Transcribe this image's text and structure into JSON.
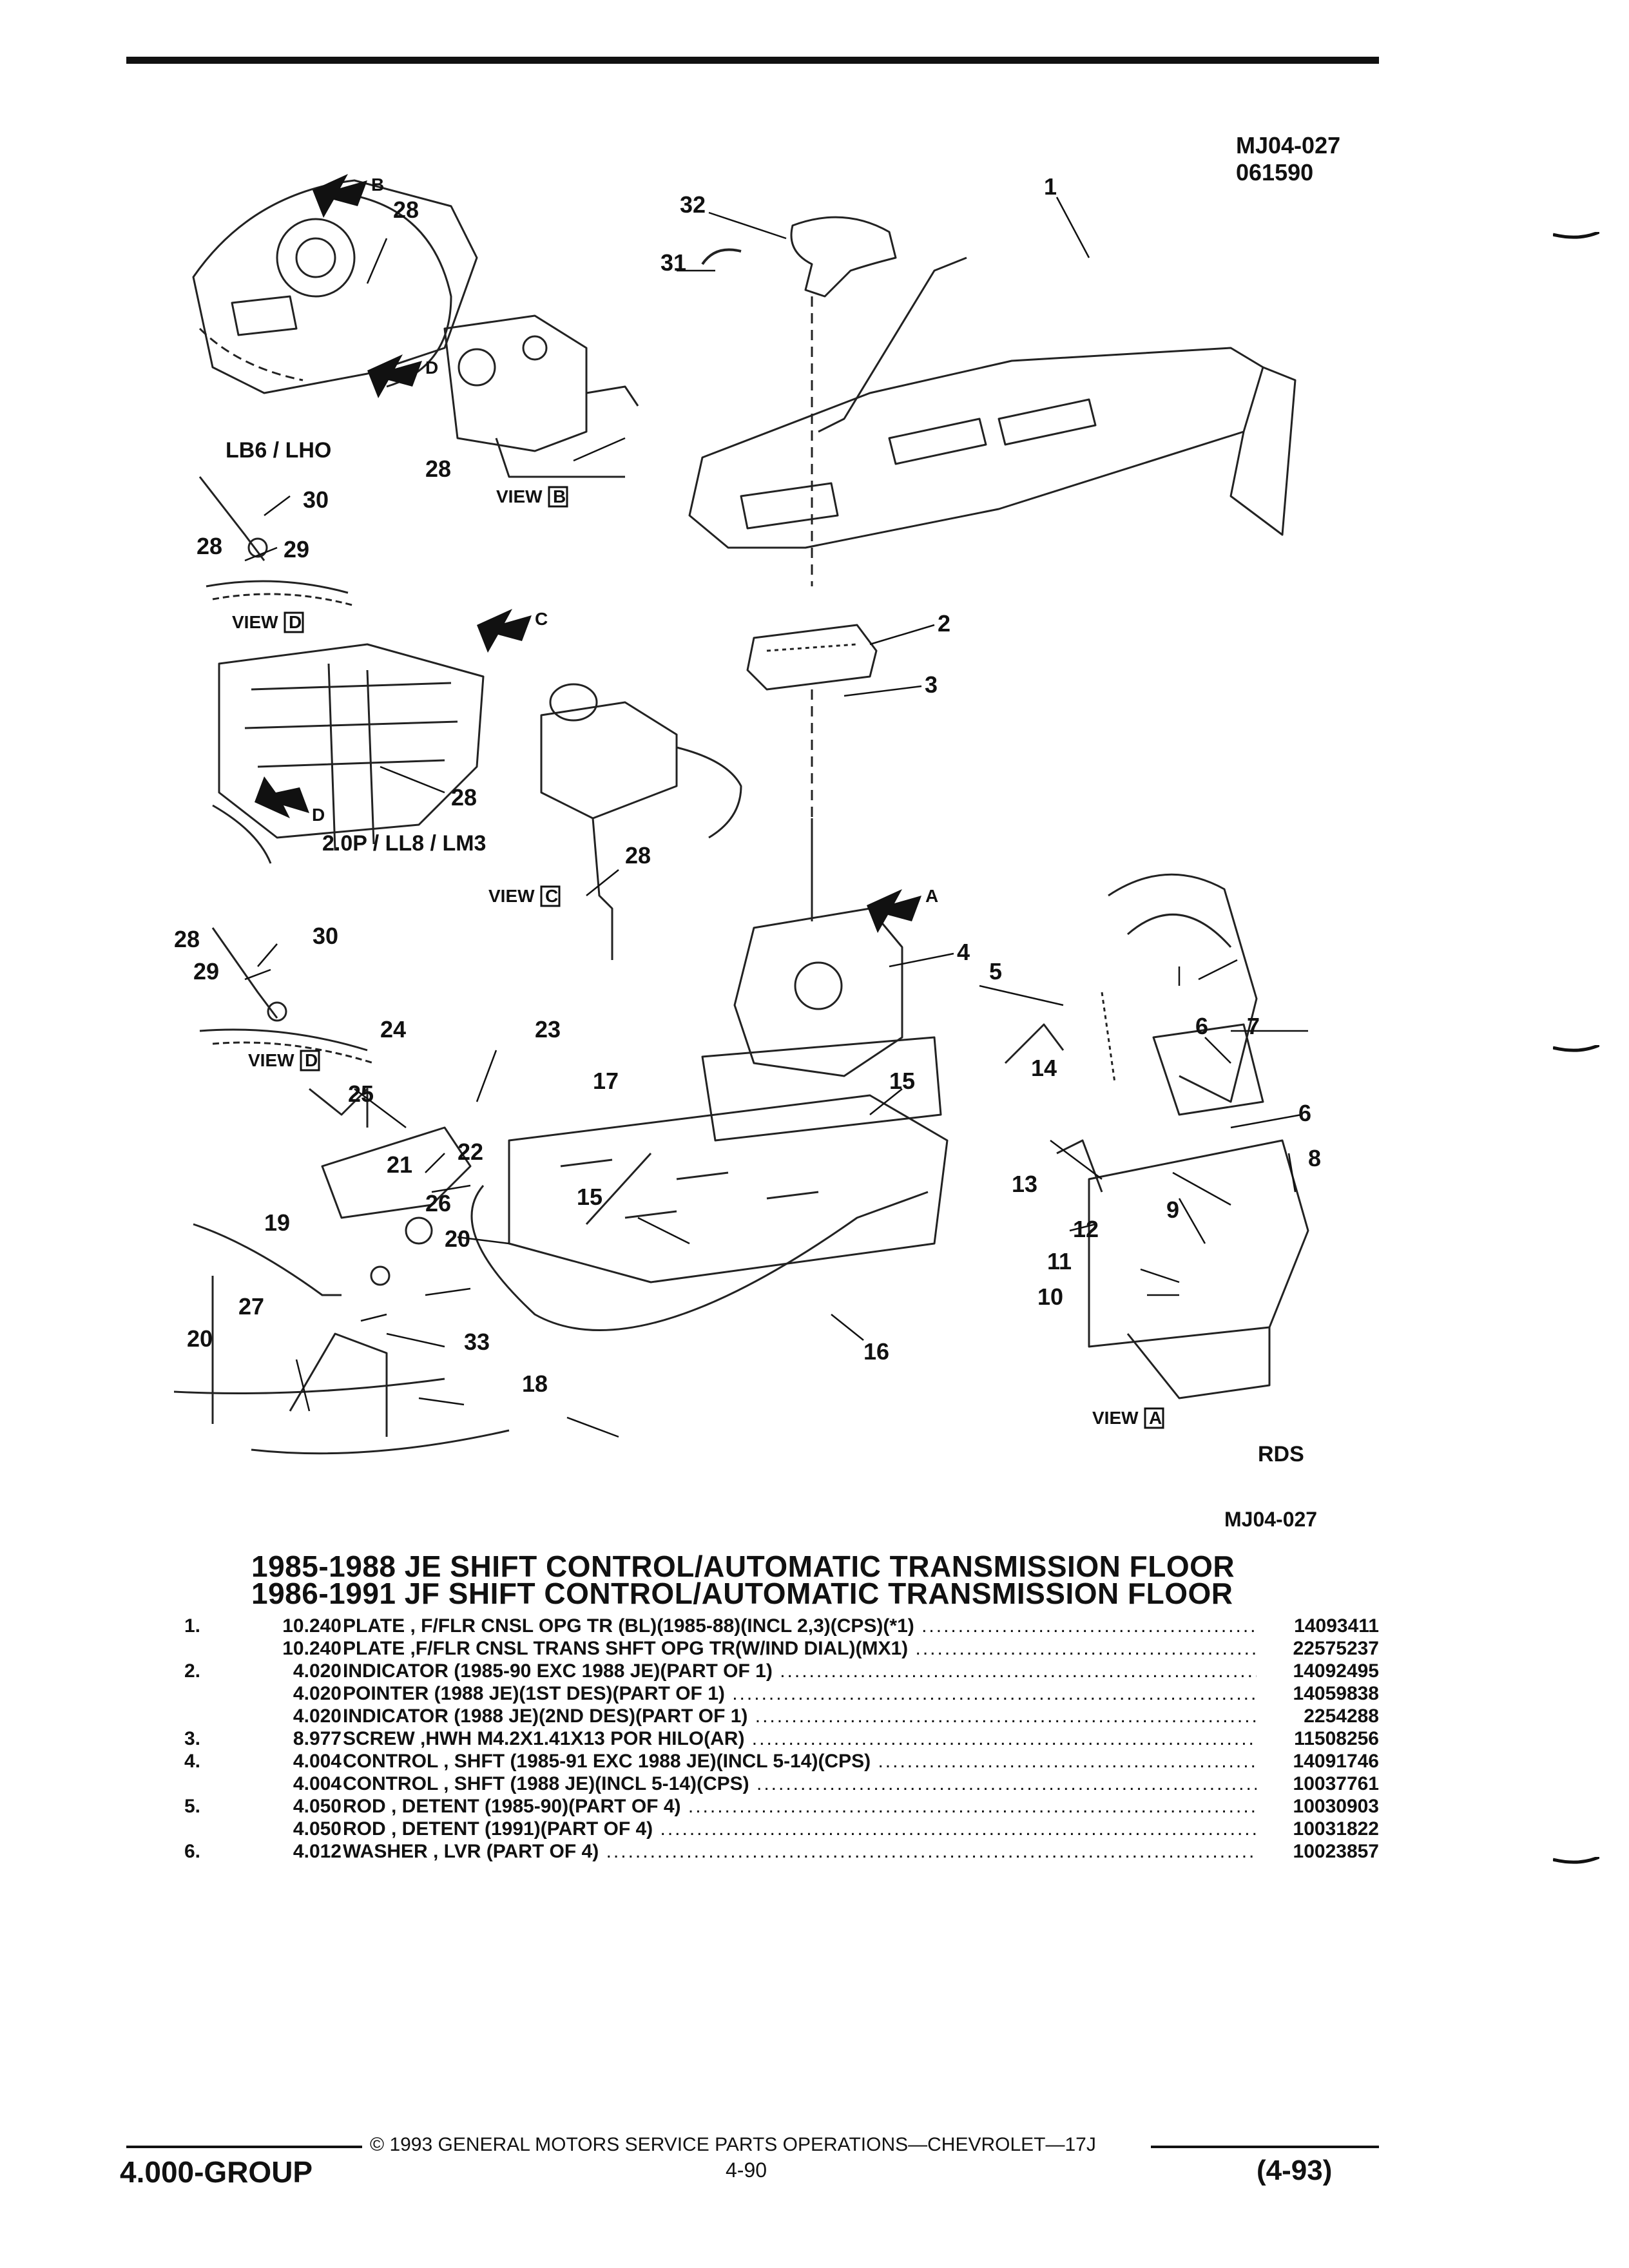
{
  "header": {
    "ref_code": "MJ04-027",
    "ref_date": "061590"
  },
  "diagram": {
    "callouts": [
      "1",
      "2",
      "3",
      "4",
      "5",
      "6",
      "6",
      "7",
      "8",
      "9",
      "10",
      "11",
      "12",
      "13",
      "14",
      "15",
      "15",
      "16",
      "17",
      "18",
      "19",
      "20",
      "20",
      "21",
      "22",
      "23",
      "24",
      "25",
      "26",
      "27",
      "28",
      "28",
      "28",
      "28",
      "28",
      "28",
      "29",
      "29",
      "30",
      "30",
      "31",
      "32",
      "33"
    ],
    "view_labels": {
      "view_a": "VIEW",
      "view_a_letter": "A",
      "view_b": "VIEW",
      "view_b_letter": "B",
      "view_c": "VIEW",
      "view_c_letter": "C",
      "view_d1": "VIEW",
      "view_d1_letter": "D",
      "view_d2": "VIEW",
      "view_d2_letter": "D"
    },
    "arrow_letters": {
      "a": "A",
      "b": "B",
      "c": "C",
      "d1": "D",
      "d2": "D"
    },
    "engine_labels": {
      "upper": "LB6 / LHO",
      "lower": "2.0P / LL8 / LM3"
    },
    "rds": "RDS"
  },
  "ref_bottom": "MJ04-027",
  "headlines": [
    "1985-1988 JE SHIFT CONTROL/AUTOMATIC TRANSMISSION FLOOR",
    "1986-1991 JF SHIFT CONTROL/AUTOMATIC TRANSMISSION FLOOR"
  ],
  "parts": [
    {
      "no": "1.",
      "code": "10.240",
      "desc": "PLATE , F/FLR CNSL OPG TR (BL)(1985-88)(INCL 2,3)(CPS)(*1)",
      "pn": "14093411"
    },
    {
      "no": "",
      "code": "10.240",
      "desc": "PLATE ,F/FLR CNSL TRANS SHFT OPG TR(W/IND DIAL)(MX1)",
      "pn": "22575237"
    },
    {
      "no": "2.",
      "code": "4.020",
      "desc": "INDICATOR (1985-90 EXC 1988 JE)(PART OF 1)",
      "pn": "14092495"
    },
    {
      "no": "",
      "code": "4.020",
      "desc": "POINTER (1988 JE)(1ST DES)(PART OF 1)",
      "pn": "14059838"
    },
    {
      "no": "",
      "code": "4.020",
      "desc": "INDICATOR (1988 JE)(2ND DES)(PART OF 1)",
      "pn": "2254288"
    },
    {
      "no": "3.",
      "code": "8.977",
      "desc": "SCREW ,HWH M4.2X1.41X13 POR HILO(AR)",
      "pn": "11508256"
    },
    {
      "no": "4.",
      "code": "4.004",
      "desc": "CONTROL , SHFT (1985-91 EXC 1988 JE)(INCL 5-14)(CPS)",
      "pn": "14091746"
    },
    {
      "no": "",
      "code": "4.004",
      "desc": "CONTROL , SHFT (1988 JE)(INCL 5-14)(CPS)",
      "pn": "10037761"
    },
    {
      "no": "5.",
      "code": "4.050",
      "desc": "ROD , DETENT (1985-90)(PART OF 4)",
      "pn": "10030903"
    },
    {
      "no": "",
      "code": "4.050",
      "desc": "ROD , DETENT (1991)(PART OF 4)",
      "pn": "10031822"
    },
    {
      "no": "6.",
      "code": "4.012",
      "desc": "WASHER , LVR (PART OF 4)",
      "pn": "10023857"
    }
  ],
  "footer": {
    "copyright": "© 1993 GENERAL MOTORS SERVICE PARTS OPERATIONS—CHEVROLET—17J",
    "group": "4.000-GROUP",
    "page": "4-90",
    "revision": "(4-93)"
  }
}
